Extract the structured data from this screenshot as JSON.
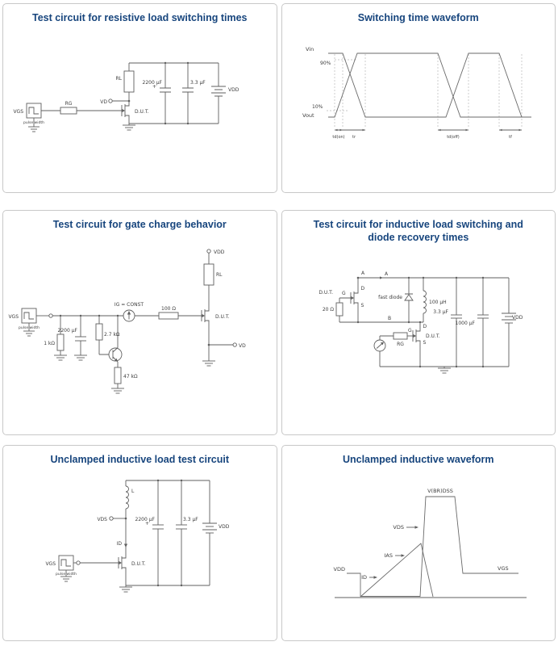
{
  "theme": {
    "background": "#ffffff",
    "panel_border": "#c8c8c8",
    "title_color": "#17457d",
    "line_color": "#5f5f5f",
    "text_color": "#3d3d3d"
  },
  "p1": {
    "title": "Test circuit for resistive load switching times",
    "labels": {
      "rl": "RL",
      "vd": "VD",
      "dut": "D.U.T.",
      "rg": "RG",
      "vgs": "VGS",
      "pulse_width": "pulse width",
      "c1": "2200 µF",
      "c1_plus": "+",
      "c2": "3.3 µF",
      "vdd": "VDD"
    }
  },
  "p2": {
    "title": "Switching time waveform",
    "labels": {
      "vin": "Vin",
      "vout": "Vout",
      "p90": "90%",
      "p10": "10%",
      "td_on": "td(on)",
      "tr": "tr",
      "td_off": "td(off)",
      "tf": "tf"
    }
  },
  "p3": {
    "title": "Test circuit for gate charge behavior",
    "labels": {
      "vdd": "VDD",
      "rl": "RL",
      "dut": "D.U.T.",
      "vd": "VD",
      "ig": "IG = CONST",
      "r100": "100 Ω",
      "r27k": "2.7 kΩ",
      "r47k": "47 kΩ",
      "r1k": "1 kΩ",
      "c1": "2200 µF",
      "vgs": "VGS",
      "pulse_width": "pulse width"
    }
  },
  "p4": {
    "title": "Test circuit for inductive load switching and diode recovery times",
    "labels": {
      "a1": "A",
      "a2": "A",
      "d1": "D",
      "g1": "G",
      "s1": "S",
      "dut1": "D.U.T.",
      "r20": "20 Ω",
      "b": "B",
      "fast_diode": "fast diode",
      "l": "100 µH",
      "d2": "D",
      "g2": "G",
      "s2": "S",
      "dut2": "D.U.T.",
      "rg": "RG",
      "c1": "3.3 µF",
      "c2": "1000 µF",
      "vdd": "VDD"
    }
  },
  "p5": {
    "title": "Unclamped inductive load test circuit",
    "labels": {
      "l": "L",
      "vds": "VDS",
      "id": "ID",
      "dut": "D.U.T.",
      "vgs": "VGS",
      "pulse_width": "pulse width",
      "c1": "2200 µF",
      "c1_plus": "+",
      "c2": "3.3 µF",
      "vdd": "VDD"
    }
  },
  "p6": {
    "title": "Unclamped inductive waveform",
    "labels": {
      "vbr": "V(BR)DSS",
      "vds": "VDS",
      "ias": "IAS",
      "id": "ID",
      "vdd": "VDD",
      "vgs": "VGS"
    }
  }
}
